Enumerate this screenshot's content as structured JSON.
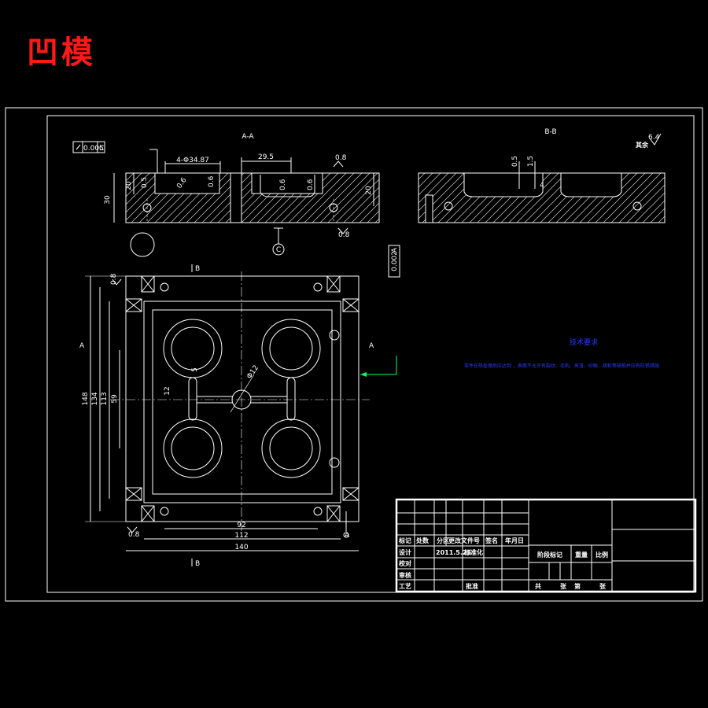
{
  "title": "凹模",
  "views": {
    "section_aa": "A-A",
    "section_bb": "B-B",
    "cut_a_left": "A",
    "cut_a_right": "A",
    "cut_b_top": "B",
    "cut_b_bottom": "B"
  },
  "dimensions": {
    "flatness_top": "0.005",
    "flatness_top_ref": "C",
    "hole_pattern": "4-Φ34.87",
    "depth_a": "29.5",
    "roughness_a1": "0.8",
    "height_30": "30",
    "height_20_left": "20",
    "dim_0_5": "0.5",
    "rough_06a": "0.6",
    "rough_06b": "0.6",
    "rough_06c": "0.6",
    "rough_06d": "0.6",
    "height_20_right": "20",
    "rough_08_bottom": "0.8",
    "datum_c": "C",
    "perp_tol": "0.002",
    "perp_ref": "A",
    "bb_05": "0.5",
    "bb_15": "1.5",
    "bb_4": "4",
    "rough_other": "6.4",
    "rough_other_label": "其余",
    "plan_08_top": "0.8",
    "plan_08_bottom": "0.8",
    "dim_148": "148",
    "dim_134": "134",
    "dim_113": "113",
    "dim_59": "59",
    "dim_12": "12",
    "dim_5": "5",
    "dim_phi12": "Φ12",
    "dim_92": "92",
    "dim_112": "112",
    "dim_140": "140",
    "datum_a_small": "A"
  },
  "tech_requirements": {
    "heading": "技术要求",
    "text": "零件在热处理后应达到 ，表面不允许有裂纹、毛刺、夹渣、砂眼、疏松等缺陷并应有防锈措施"
  },
  "title_block": {
    "row_headers": [
      "标记",
      "处数",
      "分区",
      "更改文件号",
      "签名",
      "年月日"
    ],
    "design": "设计",
    "date": "2011.5.25",
    "standardize": "标准化",
    "check": "校对",
    "review": "审核",
    "process": "工艺",
    "approve": "批准",
    "stage_mark": "阶段标记",
    "weight": "重量",
    "scale": "比例",
    "total": "共",
    "sheets": "张",
    "sheet_no": "第",
    "sheet_unit": "张"
  },
  "colors": {
    "background": "#000000",
    "lines": "#ffffff",
    "title": "#ff1a1a",
    "notes": "#2a3cff",
    "leader": "#00ff66"
  }
}
